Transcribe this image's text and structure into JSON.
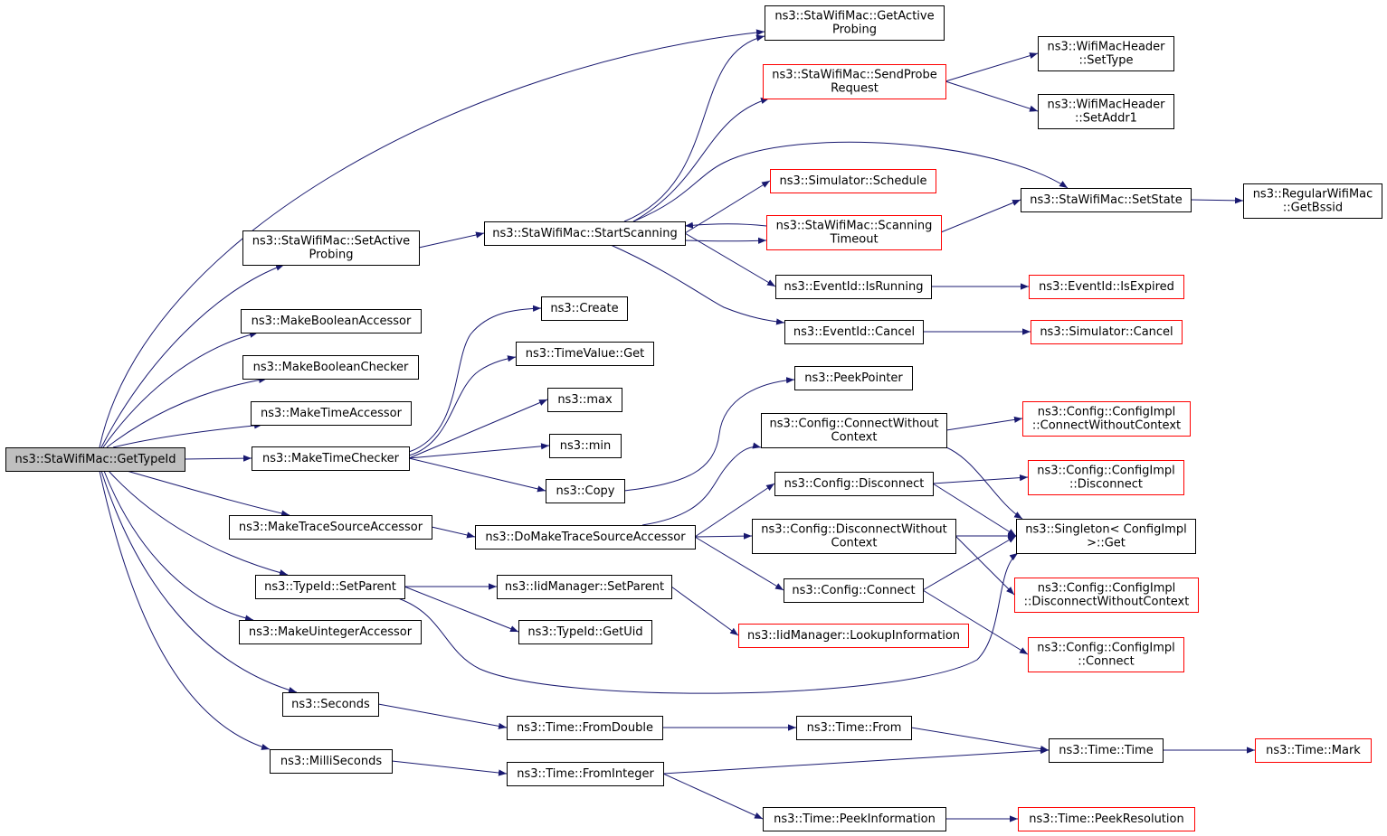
{
  "colors": {
    "edge": "#191970",
    "border_normal": "#000000",
    "border_external": "#ff0000",
    "root_fill": "#bfbfbf",
    "background": "#ffffff"
  },
  "nodes": [
    {
      "id": "root",
      "lines": [
        "ns3::StaWifiMac::GetTypeId"
      ],
      "style": "root"
    },
    {
      "id": "getActiveProbing",
      "lines": [
        "ns3::StaWifiMac::GetActive",
        "Probing"
      ],
      "style": "normal"
    },
    {
      "id": "sendProbeRequest",
      "lines": [
        "ns3::StaWifiMac::SendProbe",
        "Request"
      ],
      "style": "red"
    },
    {
      "id": "setType",
      "lines": [
        "ns3::WifiMacHeader",
        "::SetType"
      ],
      "style": "normal"
    },
    {
      "id": "setAddr1",
      "lines": [
        "ns3::WifiMacHeader",
        "::SetAddr1"
      ],
      "style": "normal"
    },
    {
      "id": "simSchedule",
      "lines": [
        "ns3::Simulator::Schedule"
      ],
      "style": "red"
    },
    {
      "id": "setState",
      "lines": [
        "ns3::StaWifiMac::SetState"
      ],
      "style": "normal"
    },
    {
      "id": "getBssid",
      "lines": [
        "ns3::RegularWifiMac",
        "::GetBssid"
      ],
      "style": "normal"
    },
    {
      "id": "setActiveProbing",
      "lines": [
        "ns3::StaWifiMac::SetActive",
        "Probing"
      ],
      "style": "normal"
    },
    {
      "id": "startScanning",
      "lines": [
        "ns3::StaWifiMac::StartScanning"
      ],
      "style": "normal"
    },
    {
      "id": "scanningTimeout",
      "lines": [
        "ns3::StaWifiMac::Scanning",
        "Timeout"
      ],
      "style": "red"
    },
    {
      "id": "isRunning",
      "lines": [
        "ns3::EventId::IsRunning"
      ],
      "style": "normal"
    },
    {
      "id": "isExpired",
      "lines": [
        "ns3::EventId::IsExpired"
      ],
      "style": "red"
    },
    {
      "id": "eventCancel",
      "lines": [
        "ns3::EventId::Cancel"
      ],
      "style": "normal"
    },
    {
      "id": "simCancel",
      "lines": [
        "ns3::Simulator::Cancel"
      ],
      "style": "red"
    },
    {
      "id": "makeBoolAccessor",
      "lines": [
        "ns3::MakeBooleanAccessor"
      ],
      "style": "normal"
    },
    {
      "id": "makeBoolChecker",
      "lines": [
        "ns3::MakeBooleanChecker"
      ],
      "style": "normal"
    },
    {
      "id": "makeTimeAccessor",
      "lines": [
        "ns3::MakeTimeAccessor"
      ],
      "style": "normal"
    },
    {
      "id": "makeTimeChecker",
      "lines": [
        "ns3::MakeTimeChecker"
      ],
      "style": "normal"
    },
    {
      "id": "create",
      "lines": [
        "ns3::Create"
      ],
      "style": "normal"
    },
    {
      "id": "timeValueGet",
      "lines": [
        "ns3::TimeValue::Get"
      ],
      "style": "normal"
    },
    {
      "id": "max",
      "lines": [
        "ns3::max"
      ],
      "style": "normal"
    },
    {
      "id": "min",
      "lines": [
        "ns3::min"
      ],
      "style": "normal"
    },
    {
      "id": "copy",
      "lines": [
        "ns3::Copy"
      ],
      "style": "normal"
    },
    {
      "id": "peekPointer",
      "lines": [
        "ns3::PeekPointer"
      ],
      "style": "normal"
    },
    {
      "id": "connectWithoutContext",
      "lines": [
        "ns3::Config::ConnectWithout",
        "Context"
      ],
      "style": "normal"
    },
    {
      "id": "implConnectWithoutContext",
      "lines": [
        "ns3::Config::ConfigImpl",
        "::ConnectWithoutContext"
      ],
      "style": "red"
    },
    {
      "id": "configDisconnect",
      "lines": [
        "ns3::Config::Disconnect"
      ],
      "style": "normal"
    },
    {
      "id": "implDisconnect",
      "lines": [
        "ns3::Config::ConfigImpl",
        "::Disconnect"
      ],
      "style": "red"
    },
    {
      "id": "makeTraceSourceAccessor",
      "lines": [
        "ns3::MakeTraceSourceAccessor"
      ],
      "style": "normal"
    },
    {
      "id": "doMakeTraceSourceAccessor",
      "lines": [
        "ns3::DoMakeTraceSourceAccessor"
      ],
      "style": "normal"
    },
    {
      "id": "disconnectWithoutContext",
      "lines": [
        "ns3::Config::DisconnectWithout",
        "Context"
      ],
      "style": "normal"
    },
    {
      "id": "singletonGet",
      "lines": [
        "ns3::Singleton< ConfigImpl",
        ">::Get"
      ],
      "style": "normal"
    },
    {
      "id": "implDisconnectWithoutContext",
      "lines": [
        "ns3::Config::ConfigImpl",
        "::DisconnectWithoutContext"
      ],
      "style": "red"
    },
    {
      "id": "typeIdSetParent",
      "lines": [
        "ns3::TypeId::SetParent"
      ],
      "style": "normal"
    },
    {
      "id": "iidSetParent",
      "lines": [
        "ns3::IidManager::SetParent"
      ],
      "style": "normal"
    },
    {
      "id": "configConnect",
      "lines": [
        "ns3::Config::Connect"
      ],
      "style": "normal"
    },
    {
      "id": "lookupInformation",
      "lines": [
        "ns3::IidManager::LookupInformation"
      ],
      "style": "red"
    },
    {
      "id": "implConnect",
      "lines": [
        "ns3::Config::ConfigImpl",
        "::Connect"
      ],
      "style": "red"
    },
    {
      "id": "makeUintegerAccessor",
      "lines": [
        "ns3::MakeUintegerAccessor"
      ],
      "style": "normal"
    },
    {
      "id": "getUid",
      "lines": [
        "ns3::TypeId::GetUid"
      ],
      "style": "normal"
    },
    {
      "id": "seconds",
      "lines": [
        "ns3::Seconds"
      ],
      "style": "normal"
    },
    {
      "id": "fromDouble",
      "lines": [
        "ns3::Time::FromDouble"
      ],
      "style": "normal"
    },
    {
      "id": "timeFrom",
      "lines": [
        "ns3::Time::From"
      ],
      "style": "normal"
    },
    {
      "id": "timeTime",
      "lines": [
        "ns3::Time::Time"
      ],
      "style": "normal"
    },
    {
      "id": "timeMark",
      "lines": [
        "ns3::Time::Mark"
      ],
      "style": "red"
    },
    {
      "id": "milliSeconds",
      "lines": [
        "ns3::MilliSeconds"
      ],
      "style": "normal"
    },
    {
      "id": "fromInteger",
      "lines": [
        "ns3::Time::FromInteger"
      ],
      "style": "normal"
    },
    {
      "id": "peekInformation",
      "lines": [
        "ns3::Time::PeekInformation"
      ],
      "style": "normal"
    },
    {
      "id": "peekResolution",
      "lines": [
        "ns3::Time::PeekResolution"
      ],
      "style": "red"
    }
  ],
  "edges": [
    [
      "root",
      "getActiveProbing"
    ],
    [
      "root",
      "setActiveProbing"
    ],
    [
      "root",
      "makeBoolAccessor"
    ],
    [
      "root",
      "makeBoolChecker"
    ],
    [
      "root",
      "makeTimeAccessor"
    ],
    [
      "root",
      "makeTimeChecker"
    ],
    [
      "root",
      "makeTraceSourceAccessor"
    ],
    [
      "root",
      "typeIdSetParent"
    ],
    [
      "root",
      "makeUintegerAccessor"
    ],
    [
      "root",
      "seconds"
    ],
    [
      "root",
      "milliSeconds"
    ],
    [
      "sendProbeRequest",
      "setType"
    ],
    [
      "sendProbeRequest",
      "setAddr1"
    ],
    [
      "setState",
      "getBssid"
    ],
    [
      "setActiveProbing",
      "startScanning"
    ],
    [
      "startScanning",
      "getActiveProbing"
    ],
    [
      "startScanning",
      "sendProbeRequest"
    ],
    [
      "startScanning",
      "setState"
    ],
    [
      "startScanning",
      "simSchedule"
    ],
    [
      "startScanning",
      "scanningTimeout"
    ],
    [
      "startScanning",
      "isRunning"
    ],
    [
      "startScanning",
      "eventCancel"
    ],
    [
      "scanningTimeout",
      "startScanning"
    ],
    [
      "scanningTimeout",
      "setState"
    ],
    [
      "isRunning",
      "isExpired"
    ],
    [
      "eventCancel",
      "simCancel"
    ],
    [
      "makeTimeChecker",
      "create"
    ],
    [
      "makeTimeChecker",
      "timeValueGet"
    ],
    [
      "makeTimeChecker",
      "max"
    ],
    [
      "makeTimeChecker",
      "min"
    ],
    [
      "makeTimeChecker",
      "copy"
    ],
    [
      "copy",
      "peekPointer"
    ],
    [
      "makeTraceSourceAccessor",
      "doMakeTraceSourceAccessor"
    ],
    [
      "doMakeTraceSourceAccessor",
      "connectWithoutContext"
    ],
    [
      "doMakeTraceSourceAccessor",
      "configDisconnect"
    ],
    [
      "doMakeTraceSourceAccessor",
      "disconnectWithoutContext"
    ],
    [
      "doMakeTraceSourceAccessor",
      "configConnect"
    ],
    [
      "connectWithoutContext",
      "implConnectWithoutContext"
    ],
    [
      "connectWithoutContext",
      "singletonGet"
    ],
    [
      "configDisconnect",
      "implDisconnect"
    ],
    [
      "configDisconnect",
      "singletonGet"
    ],
    [
      "disconnectWithoutContext",
      "singletonGet"
    ],
    [
      "disconnectWithoutContext",
      "implDisconnectWithoutContext"
    ],
    [
      "configConnect",
      "singletonGet"
    ],
    [
      "configConnect",
      "implConnect"
    ],
    [
      "typeIdSetParent",
      "iidSetParent"
    ],
    [
      "typeIdSetParent",
      "getUid"
    ],
    [
      "typeIdSetParent",
      "singletonGet"
    ],
    [
      "iidSetParent",
      "lookupInformation"
    ],
    [
      "seconds",
      "fromDouble"
    ],
    [
      "fromDouble",
      "timeFrom"
    ],
    [
      "timeFrom",
      "timeTime"
    ],
    [
      "timeTime",
      "timeMark"
    ],
    [
      "milliSeconds",
      "fromInteger"
    ],
    [
      "fromInteger",
      "timeTime"
    ],
    [
      "fromInteger",
      "peekInformation"
    ],
    [
      "peekInformation",
      "peekResolution"
    ]
  ]
}
